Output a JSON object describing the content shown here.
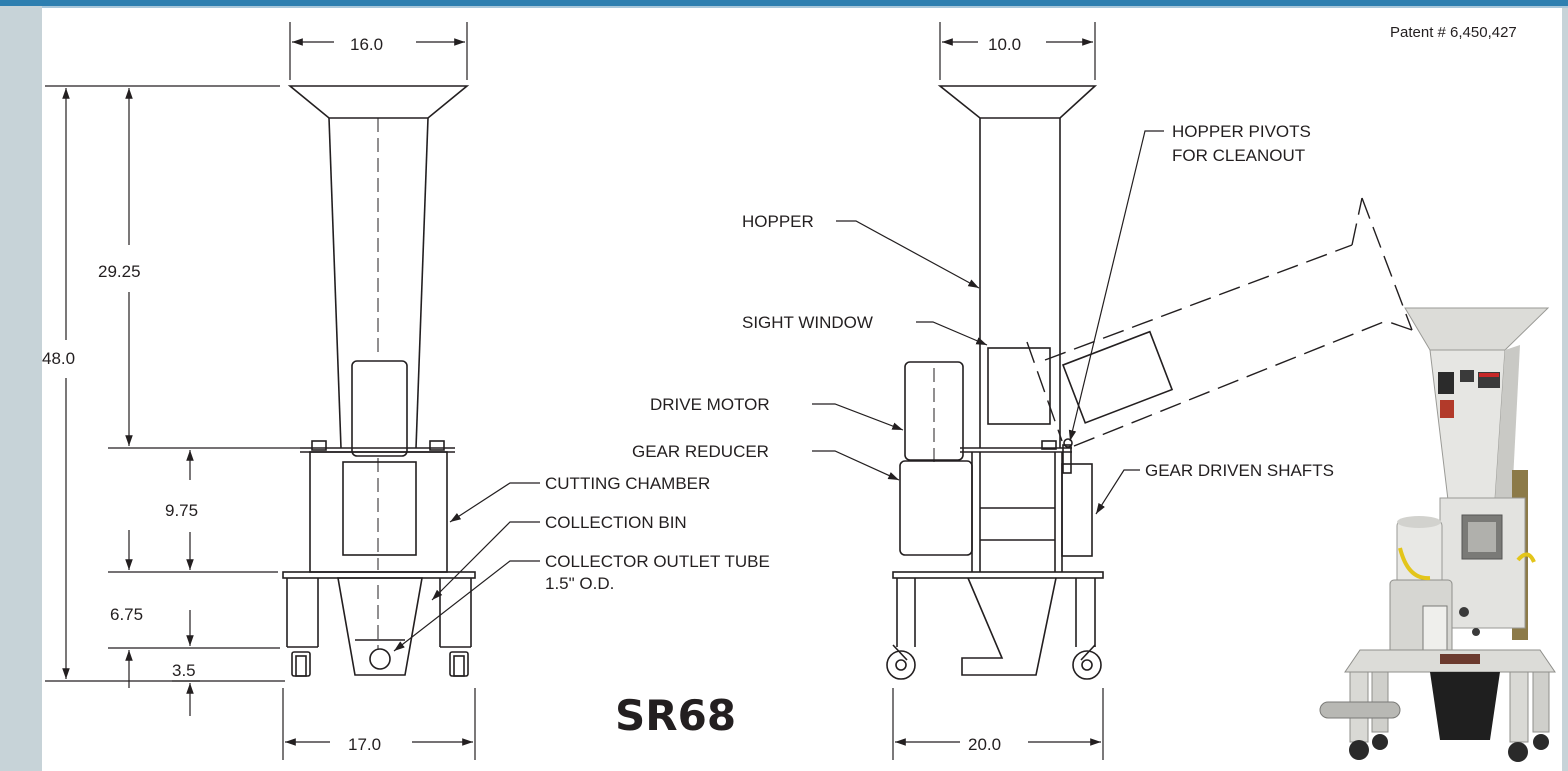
{
  "model": "SR68",
  "patent": "Patent # 6,450,427",
  "front_view": {
    "hopper_width": "16.0",
    "hopper_height": "29.25",
    "overall_height": "48.0",
    "chamber_height": "9.75",
    "stand_height": "6.75",
    "caster_height": "3.5",
    "base_width": "17.0"
  },
  "side_view": {
    "hopper_width": "10.0",
    "base_width": "20.0"
  },
  "callouts": {
    "cutting_chamber": "CUTTING CHAMBER",
    "collection_bin": "COLLECTION BIN",
    "collector_outlet_line1": "COLLECTOR OUTLET TUBE",
    "collector_outlet_line2": "1.5\" O.D.",
    "hopper": "HOPPER",
    "sight_window": "SIGHT WINDOW",
    "drive_motor": "DRIVE MOTOR",
    "gear_reducer": "GEAR REDUCER",
    "hopper_pivots_line1": "HOPPER PIVOTS",
    "hopper_pivots_line2": "FOR CLEANOUT",
    "gear_driven_shafts": "GEAR DRIVEN SHAFTS"
  },
  "colors": {
    "frame_blue": "#2e7fb0",
    "side_band": "#c7d3d8",
    "machine_body": "#e6e6e3",
    "line": "#231f20"
  }
}
